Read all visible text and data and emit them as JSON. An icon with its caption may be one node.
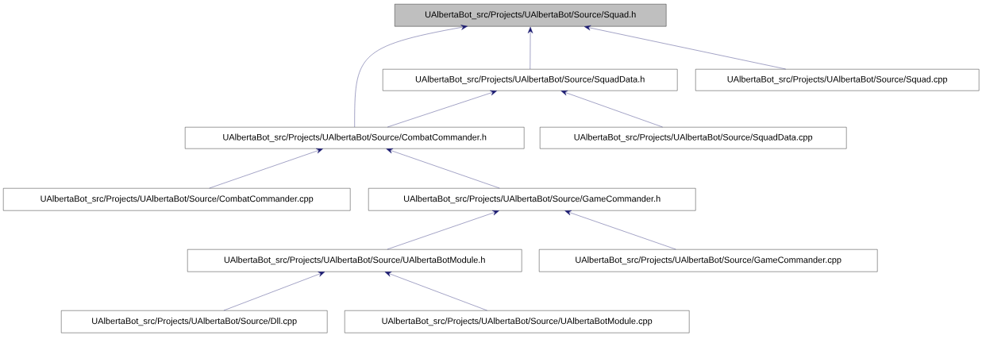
{
  "diagram": {
    "nodes": [
      {
        "text": [
          "UAlbertaBot_src/Projects/UAlbertaBot/Source/Squad.h"
        ]
      },
      {
        "text": [
          "UAlbertaBot_src/Projects/UAlbertaBot/Source/SquadData.h"
        ]
      },
      {
        "text": [
          "UAlbertaBot_src/Projects/UAlbertaBot/Source/Squad.cpp"
        ]
      },
      {
        "text": [
          "UAlbertaBot_src/Projects/UAlbertaBot/Source/CombatCommander.h"
        ]
      },
      {
        "text": [
          "UAlbertaBot_src/Projects/UAlbertaBot/Source/SquadData.cpp"
        ]
      },
      {
        "text": [
          "UAlbertaBot_src/Projects/UAlbertaBot/Source/CombatCommander.cpp"
        ]
      },
      {
        "text": [
          "UAlbertaBot_src/Projects/UAlbertaBot/Source/GameCommander.h"
        ]
      },
      {
        "text": [
          "UAlbertaBot_src/Projects/UAlbertaBot/Source/UAlbertaBotModule.h"
        ]
      },
      {
        "text": [
          "UAlbertaBot_src/Projects/UAlbertaBot/Source/GameCommander.cpp"
        ]
      },
      {
        "text": [
          "UAlbertaBot_src/Projects/UAlbertaBot/Source/Dll.cpp"
        ]
      },
      {
        "text": [
          "UAlbertaBot_src/Projects/UAlbertaBot/Source/UAlbertaBotModule.cpp"
        ]
      }
    ],
    "edges": [
      {
        "from": 3,
        "to": 0,
        "arrow": "to"
      },
      {
        "from": 1,
        "to": 0,
        "arrow": "to"
      },
      {
        "from": 2,
        "to": 0,
        "arrow": "to"
      },
      {
        "from": 3,
        "to": 1,
        "arrow": "to"
      },
      {
        "from": 4,
        "to": 1,
        "arrow": "to"
      },
      {
        "from": 5,
        "to": 3,
        "arrow": "to"
      },
      {
        "from": 6,
        "to": 3,
        "arrow": "to"
      },
      {
        "from": 7,
        "to": 6,
        "arrow": "to"
      },
      {
        "from": 8,
        "to": 6,
        "arrow": "to"
      },
      {
        "from": 9,
        "to": 7,
        "arrow": "to"
      },
      {
        "from": 10,
        "to": 7,
        "arrow": "to"
      }
    ]
  }
}
